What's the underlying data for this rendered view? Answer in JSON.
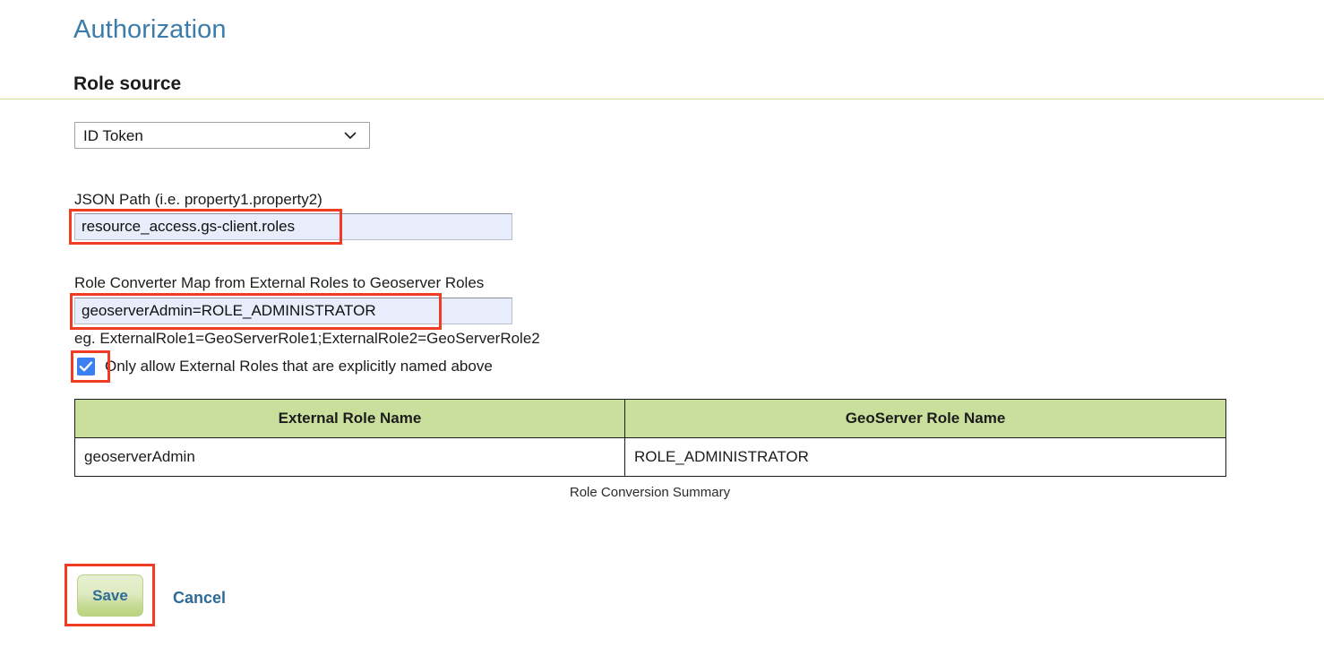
{
  "page": {
    "title": "Authorization",
    "section_heading": "Role source"
  },
  "role_source": {
    "label": "Role source",
    "selected": "ID Token",
    "options": [
      "ID Token"
    ],
    "chevron_icon": "chevron-down-icon"
  },
  "json_path": {
    "label": "JSON Path (i.e. property1.property2)",
    "value": "resource_access.gs-client.roles",
    "placeholder": ""
  },
  "role_converter": {
    "label": "Role Converter Map from External Roles to Geoserver Roles",
    "value": "geoserverAdmin=ROLE_ADMINISTRATOR",
    "placeholder": "",
    "helper": "eg. ExternalRole1=GeoServerRole1;ExternalRole2=GeoServerRole2"
  },
  "only_allow_checkbox": {
    "label": "Only allow External Roles that are explicitly named above",
    "checked": true,
    "icon": "check-icon"
  },
  "role_table": {
    "caption": "Role Conversion Summary",
    "columns": [
      "External Role Name",
      "GeoServer Role Name"
    ],
    "rows": [
      [
        "geoserverAdmin",
        "ROLE_ADMINISTRATOR"
      ]
    ]
  },
  "actions": {
    "save_label": "Save",
    "cancel_label": "Cancel"
  },
  "colors": {
    "title_blue": "#3b7cab",
    "rule_green": "#cfdf9b",
    "table_header_green": "#cbdf9d",
    "input_background": "#e7edfa",
    "checkbox_blue": "#3b7ff0",
    "annotation_red": "#f03c22",
    "button_text_blue": "#2f6b98"
  }
}
